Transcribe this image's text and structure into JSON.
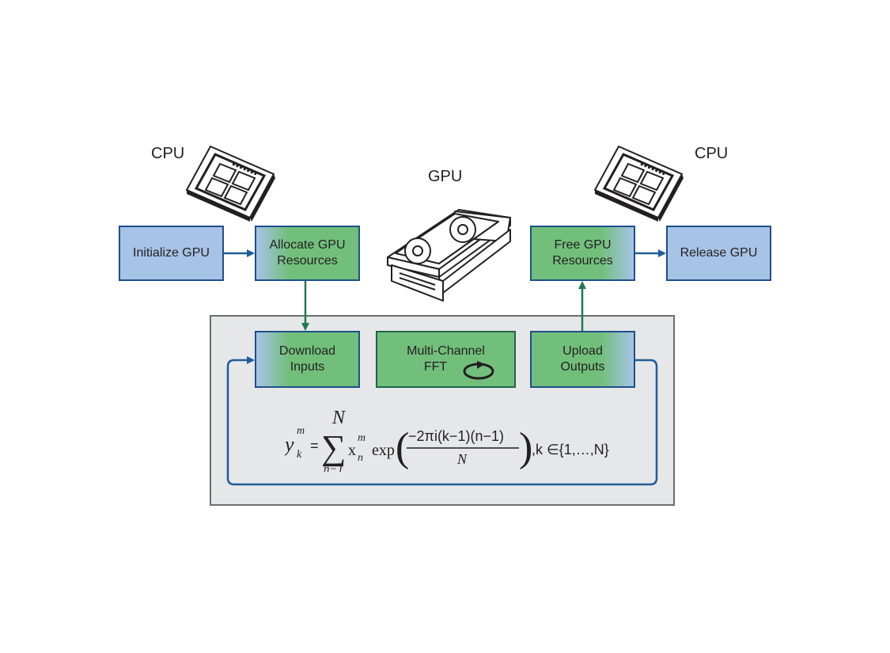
{
  "labels": {
    "cpu_left": "CPU",
    "cpu_right": "CPU",
    "gpu": "GPU"
  },
  "boxes": {
    "initialize_gpu": "Initialize GPU",
    "allocate_line1": "Allocate GPU",
    "allocate_line2": "Resources",
    "free_line1": "Free GPU",
    "free_line2": "Resources",
    "release_gpu": "Release GPU",
    "download_line1": "Download",
    "download_line2": "Inputs",
    "fft_line1": "Multi-Channel",
    "fft_line2": "FFT",
    "upload_line1": "Upload",
    "upload_line2": "Outputs"
  },
  "formula": {
    "lhs": "y",
    "lhs_sup": "m",
    "lhs_sub": "k",
    "equals": "=",
    "sum_top": "N",
    "sum_bottom": "n−1",
    "x": "x",
    "x_sup": "m",
    "x_sub": "n",
    "exp": "exp",
    "numerator": "−2πi(k−1)(n−1)",
    "denominator": "N",
    "domain": ",k ∈{1,…,N}"
  },
  "colors": {
    "blue_fill": "#a7c3e6",
    "green_fill": "#72bf7c",
    "blue_arrow": "#1f5c99",
    "green_arrow": "#1e7a4f",
    "panel_fill": "#e6e7e8"
  }
}
